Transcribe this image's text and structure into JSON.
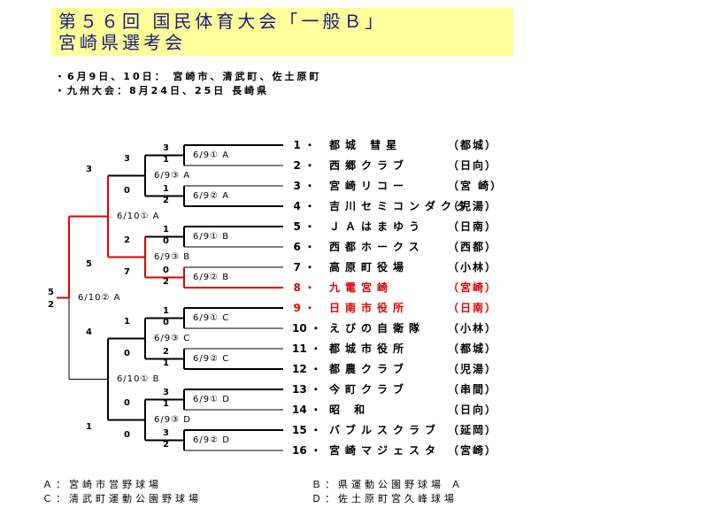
{
  "title": {
    "line1": "第５６回 国民体育大会「一般Ｂ」",
    "line2": "宮崎県選考会"
  },
  "schedule": [
    "・6月9日、10日： 宮崎市、清武町、佐土原町",
    "・九州大会：8月24日、25日 長崎県"
  ],
  "teams": [
    {
      "no": "1",
      "name": "都城 彗星",
      "region": "（都城）"
    },
    {
      "no": "2",
      "name": "西郷クラブ",
      "region": "（日向）"
    },
    {
      "no": "3",
      "name": "宮崎リコー",
      "region": "（宮 崎）"
    },
    {
      "no": "4",
      "name": "吉川セミコンダクタ",
      "region": "（児湯）"
    },
    {
      "no": "5",
      "name": "ＪＡはまゆう",
      "region": "（日南）"
    },
    {
      "no": "6",
      "name": "西都ホークス",
      "region": "（西都）"
    },
    {
      "no": "7",
      "name": "高原町役場",
      "region": "（小林）"
    },
    {
      "no": "8",
      "name": "九電宮崎",
      "region": "（宮崎）"
    },
    {
      "no": "9",
      "name": "日南市役所",
      "region": "（日南）"
    },
    {
      "no": "10",
      "name": "えびの自衛隊",
      "region": "（小林）"
    },
    {
      "no": "11",
      "name": "都城市役所",
      "region": "（都城）"
    },
    {
      "no": "12",
      "name": "都農クラブ",
      "region": "（児湯）"
    },
    {
      "no": "13",
      "name": "今町クラブ",
      "region": "（串間）"
    },
    {
      "no": "14",
      "name": "昭 和",
      "region": "（日向）"
    },
    {
      "no": "15",
      "name": "バブルスクラブ",
      "region": "（延岡）"
    },
    {
      "no": "16",
      "name": "宮崎マジェスタ",
      "region": "（宮崎）"
    }
  ],
  "matches": {
    "r1": [
      "6/9① A",
      "6/9② A",
      "6/9① B",
      "6/9② B",
      "6/9① C",
      "6/9② C",
      "6/9① D",
      "6/9② D"
    ],
    "r2": [
      "6/9③ A",
      "6/9③ B",
      "6/9③ C",
      "6/9③ D"
    ],
    "r3": [
      "6/10① A",
      "6/10① B"
    ],
    "final": "6/10② A"
  },
  "scores": {
    "r1": [
      [
        "3",
        "1"
      ],
      [
        "1",
        "2"
      ],
      [
        "1",
        "0"
      ],
      [
        "0",
        "2"
      ],
      [
        "1",
        "0"
      ],
      [
        "2",
        "1"
      ],
      [
        "3",
        "1"
      ],
      [
        "3",
        "2"
      ]
    ],
    "r2": [
      [
        "3",
        "0"
      ],
      [
        "2",
        "7"
      ],
      [
        "1",
        "0"
      ],
      [
        "0",
        "0"
      ]
    ],
    "r3": [
      [
        "3",
        "5"
      ],
      [
        "4",
        "1"
      ]
    ],
    "final": [
      "5",
      "2"
    ]
  },
  "venues": {
    "a": "Ａ：宮崎市営野球場",
    "b": "Ｂ：県運動公園野球場 Ａ",
    "c": "Ｃ：清武町運動公園野球場",
    "d": "Ｄ：佐土原町宮久峰球場"
  },
  "colors": {
    "title_bg": "#ffff99",
    "title_text": "#1a1a80",
    "highlight": "#e00000"
  }
}
